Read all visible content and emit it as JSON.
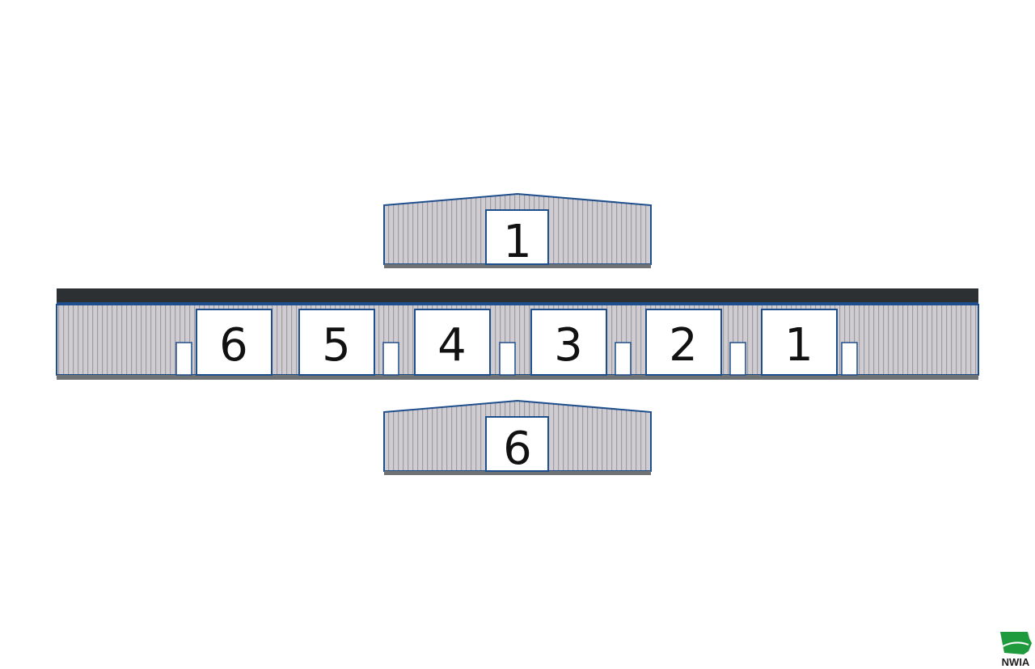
{
  "diagram": {
    "top_end_elevation": {
      "door_label": "1"
    },
    "front_elevation": {
      "door_labels": [
        "6",
        "5",
        "4",
        "3",
        "2",
        "1"
      ]
    },
    "bottom_end_elevation": {
      "door_label": "6"
    }
  },
  "logo": {
    "text": "NWIA",
    "icon": "iowa-state-map-icon"
  },
  "colors": {
    "siding": "#cfcdd2",
    "siding_rib": "#9e9ba3",
    "trim": "#1f4e8c",
    "roof": "#2d3033",
    "base": "#6f7275",
    "door": "#ffffff",
    "logo_green": "#1f9a3c"
  }
}
